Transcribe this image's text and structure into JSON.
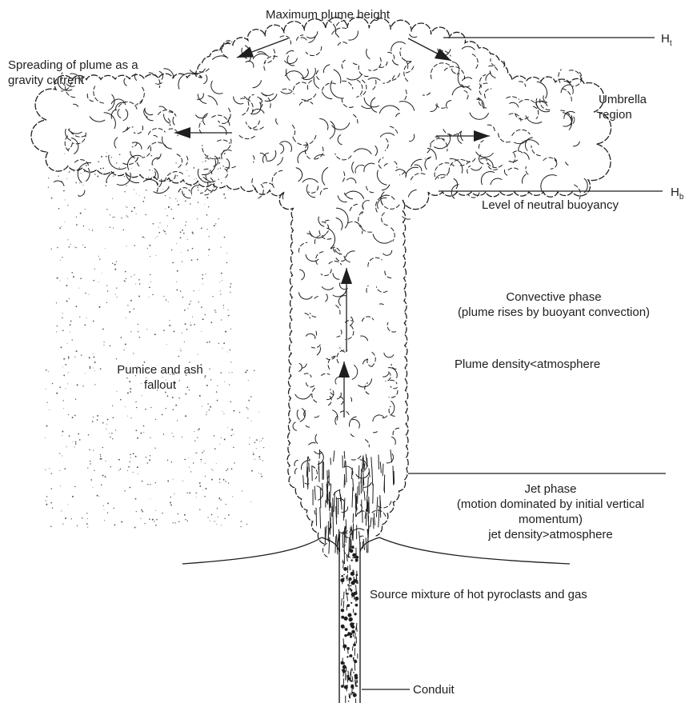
{
  "labels": {
    "max_height": "Maximum plume height",
    "spreading": [
      "Spreading of plume as a",
      "gravity current"
    ],
    "umbrella": [
      "Umbrella",
      "region"
    ],
    "ht_main": "H",
    "ht_sub": "t",
    "hb_main": "H",
    "hb_sub": "b",
    "neutral_buoyancy": "Level of neutral buoyancy",
    "convective": [
      "Convective phase",
      "(plume rises by buoyant convection)"
    ],
    "plume_density": "Plume density<atmosphere",
    "fallout": [
      "Pumice and ash",
      "fallout"
    ],
    "jet": [
      "Jet phase",
      "(motion dominated by initial vertical",
      "momentum)",
      "jet density>atmosphere"
    ],
    "source": "Source mixture of hot pyroclasts and gas",
    "conduit": "Conduit"
  },
  "colors": {
    "ink": "#1e1e1e",
    "background": "#ffffff",
    "ash": "#555555"
  }
}
